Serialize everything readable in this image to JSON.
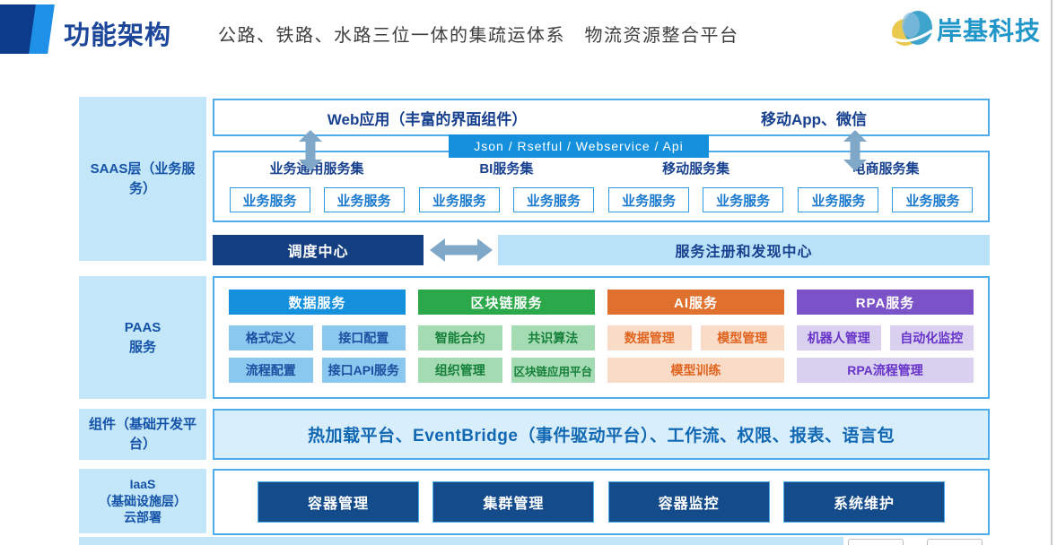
{
  "header": {
    "title": "功能架构",
    "subtitle": "公路、铁路、水路三位一体的集疏运体系　物流资源整合平台",
    "logo_text": "岸基科技"
  },
  "colors": {
    "border_blue": "#4FACEA",
    "panel_blue": "#C3E6F8",
    "navy": "#133E80",
    "arrow": "#7FA8C8",
    "protocol_bar": "#1590DC"
  },
  "saas": {
    "label": "SAAS层（业务服务）",
    "web_app": "Web应用（丰富的界面组件）",
    "mobile_app": "移动App、微信",
    "protocol_bar": "Json / Rsetful / Webservice / Api",
    "service_groups": [
      {
        "name": "业务通用服务集",
        "services": [
          "业务服务",
          "业务服务"
        ]
      },
      {
        "name": "BI服务集",
        "services": [
          "业务服务",
          "业务服务"
        ]
      },
      {
        "name": "移动服务集",
        "services": [
          "业务服务",
          "业务服务"
        ]
      },
      {
        "name": "电商服务集",
        "services": [
          "业务服务",
          "业务服务"
        ]
      }
    ],
    "dispatch_center": "调度中心",
    "registry_center": "服务注册和发现中心"
  },
  "paas": {
    "label_line1": "PAAS",
    "label_line2": "服务",
    "columns": [
      {
        "header": "数据服务",
        "color": "#1590DC",
        "row1": [
          "格式定义",
          "接口配置"
        ],
        "row2": [
          "流程配置",
          "接口API服务"
        ]
      },
      {
        "header": "区块链服务",
        "color": "#2BA84A",
        "row1": [
          "智能合约",
          "共识算法"
        ],
        "row2": [
          "组织管理",
          "区块链应用平台"
        ]
      },
      {
        "header": "AI服务",
        "color": "#E0702E",
        "row1": [
          "数据管理",
          "模型管理"
        ],
        "row2": [
          "模型训练"
        ]
      },
      {
        "header": "RPA服务",
        "color": "#7B52C7",
        "row1": [
          "机器人管理",
          "自动化监控"
        ],
        "row2": [
          "RPA流程管理"
        ]
      }
    ]
  },
  "components": {
    "label": "组件（基础开发平台）",
    "content": "热加载平台、EventBridge（事件驱动平台）、工作流、权限、报表、语言包"
  },
  "iaas": {
    "label_line1": "IaaS",
    "label_line2": "（基础设施层）",
    "label_line3": "云部署",
    "boxes": [
      "容器管理",
      "集群管理",
      "容器监控",
      "系统维护"
    ]
  }
}
